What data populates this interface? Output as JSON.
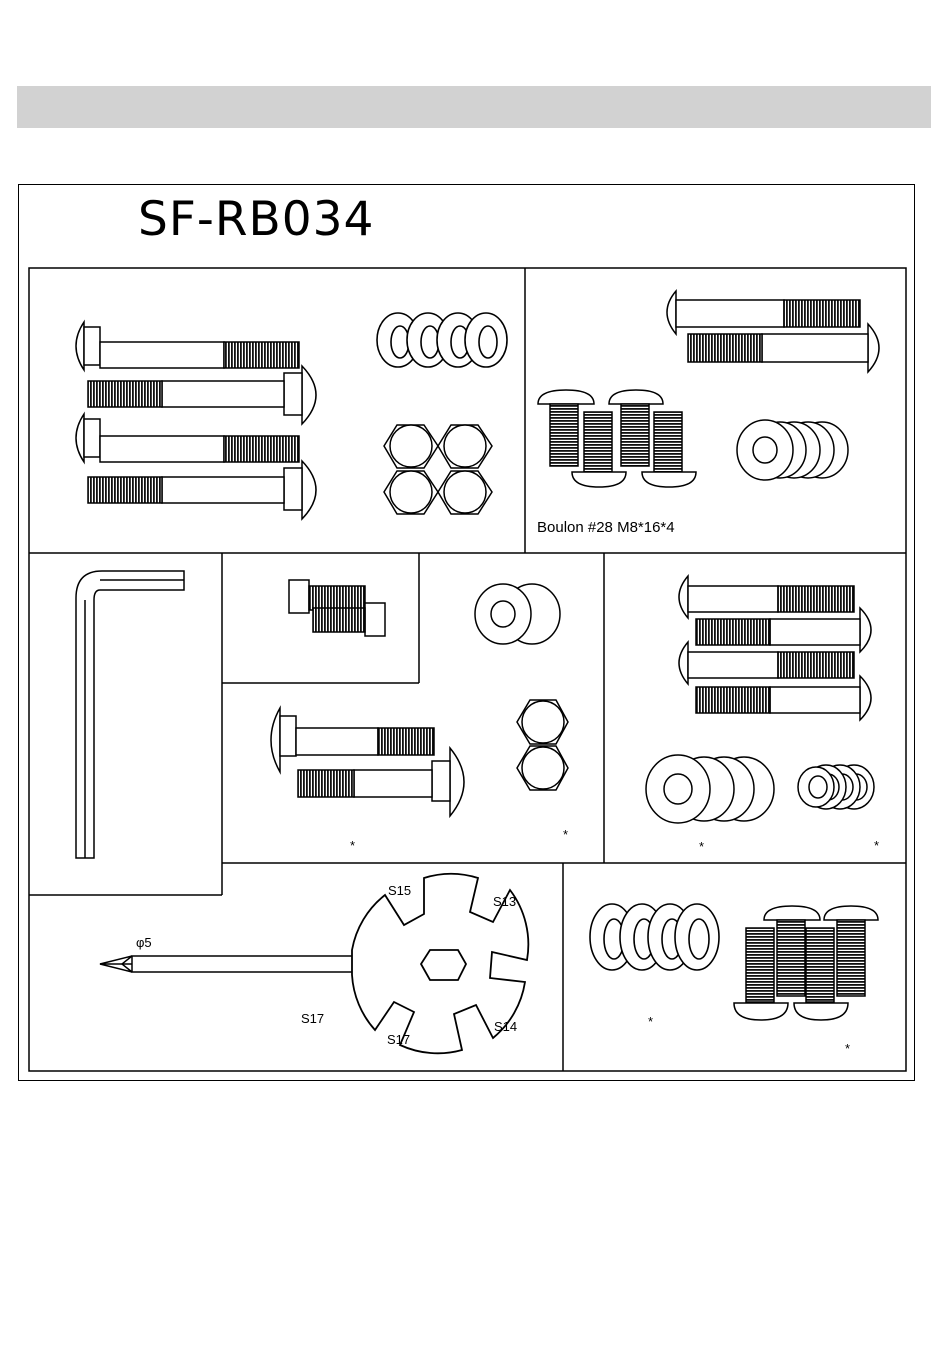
{
  "model": "SF-RB034",
  "panel2_caption": "Boulon #28 M8*16*4",
  "drill_size": "φ5",
  "wrench_sizes": {
    "top_left": "S15",
    "top_right": "S13",
    "bottom_left": "S17",
    "bottom_right": "S14",
    "side": "S17"
  },
  "asterisk": "*"
}
